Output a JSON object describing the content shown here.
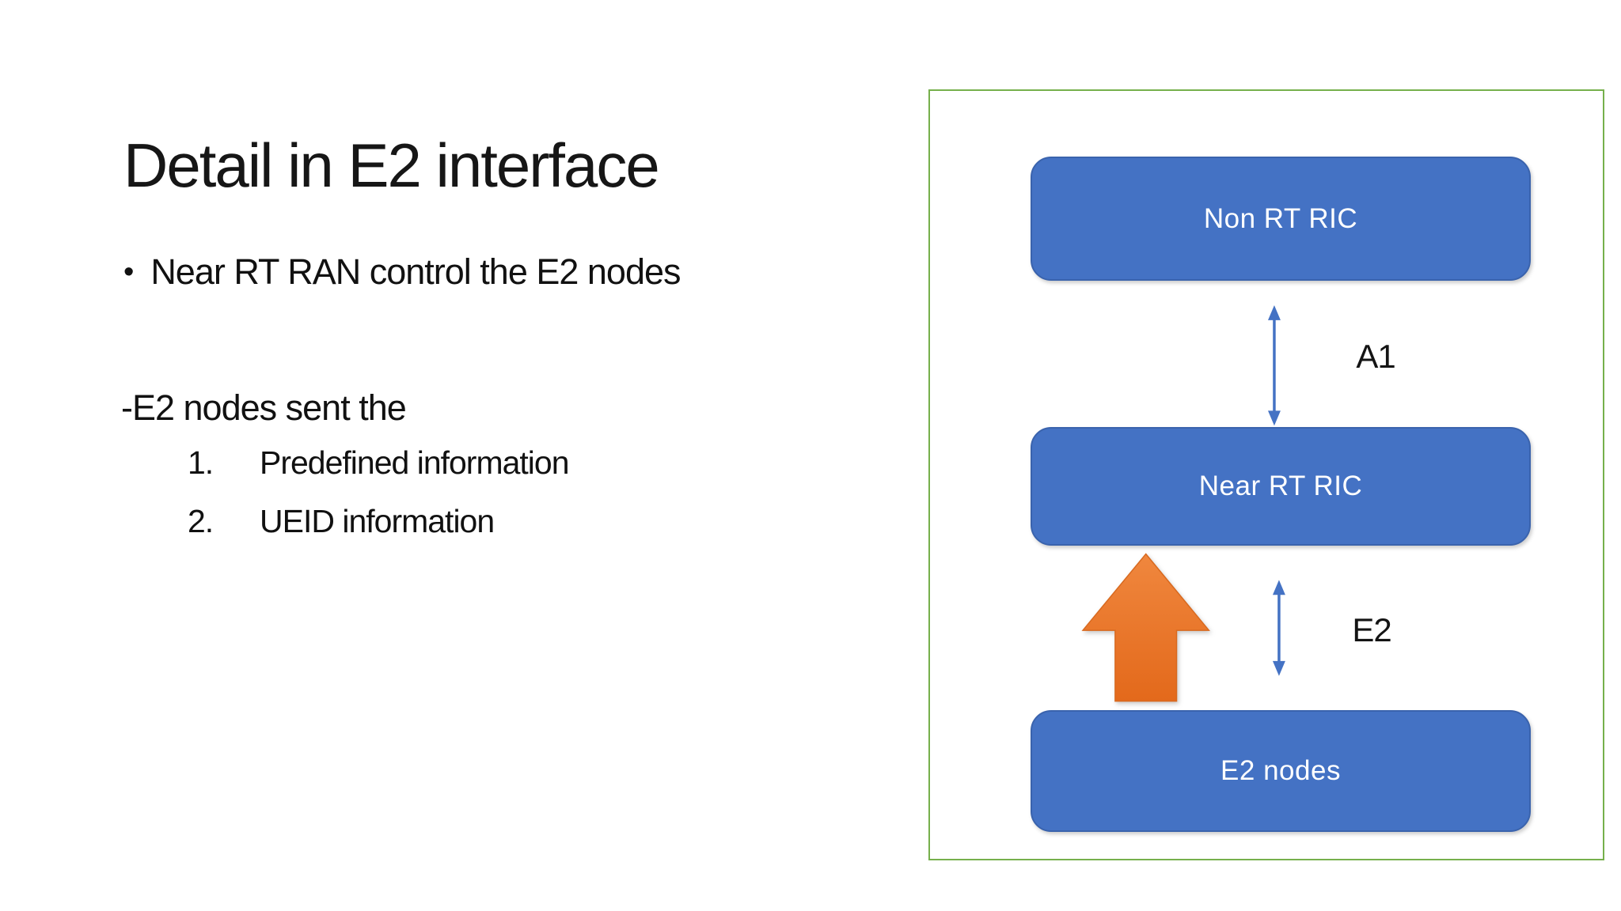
{
  "slide": {
    "title": "Detail in E2 interface",
    "bullet_glyph": "•",
    "bullet_text": "Near RT RAN control the E2 nodes",
    "sub_heading": "-E2 nodes sent the",
    "numbered_items": [
      {
        "num": "1.",
        "text": "Predefined information"
      },
      {
        "num": "2.",
        "text": "UEID information"
      }
    ]
  },
  "diagram": {
    "nodes": [
      {
        "label": "Non RT RIC"
      },
      {
        "label": "Near RT RIC"
      },
      {
        "label": "E2 nodes"
      }
    ],
    "connectors": [
      {
        "label": "A1",
        "type": "double-headed-arrow",
        "between": [
          "Non RT RIC",
          "Near RT RIC"
        ]
      },
      {
        "label": "E2",
        "type": "double-headed-arrow",
        "between": [
          "Near RT RIC",
          "E2 nodes"
        ]
      }
    ],
    "block_arrow": {
      "direction": "up",
      "from": "E2 nodes",
      "to": "Near RT RIC"
    },
    "colors": {
      "node_fill": "#4472c4",
      "node_border": "#3a63ad",
      "connector": "#4472c4",
      "frame_border": "#76b04c",
      "block_arrow_top": "#f0873e",
      "block_arrow_bottom": "#e3691b",
      "block_arrow_edge": "#d8691f"
    }
  }
}
